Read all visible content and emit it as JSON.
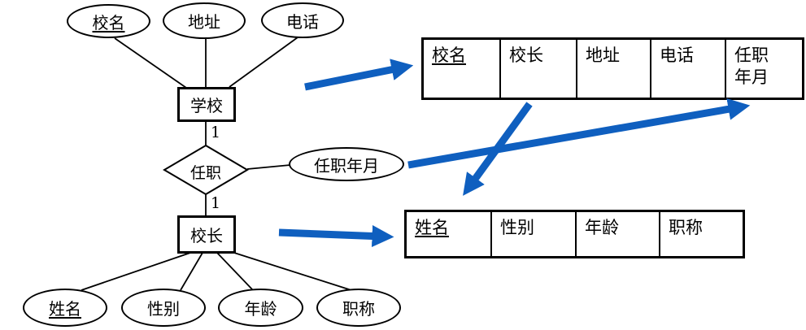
{
  "diagram": {
    "school": {
      "entity": "学校",
      "attributes": [
        {
          "label": "校名",
          "primary_key": true
        },
        {
          "label": "地址",
          "primary_key": false
        },
        {
          "label": "电话",
          "primary_key": false
        }
      ]
    },
    "relationship": {
      "name": "任职",
      "attribute": "任职年月",
      "cardinality_school": "1",
      "cardinality_principal": "1"
    },
    "principal": {
      "entity": "校长",
      "attributes": [
        {
          "label": "姓名",
          "primary_key": true
        },
        {
          "label": "性别",
          "primary_key": false
        },
        {
          "label": "年龄",
          "primary_key": false
        },
        {
          "label": "职称",
          "primary_key": false
        }
      ]
    }
  },
  "relations": {
    "school_table": {
      "columns": [
        {
          "label": "校名",
          "primary_key": true
        },
        {
          "label": "校长",
          "primary_key": false
        },
        {
          "label": "地址",
          "primary_key": false
        },
        {
          "label": "电话",
          "primary_key": false
        },
        {
          "label": "任职\n年月",
          "primary_key": false
        }
      ]
    },
    "principal_table": {
      "columns": [
        {
          "label": "姓名",
          "primary_key": true
        },
        {
          "label": "性别",
          "primary_key": false
        },
        {
          "label": "年龄",
          "primary_key": false
        },
        {
          "label": "职称",
          "primary_key": false
        }
      ]
    }
  },
  "colors": {
    "arrow": "#0F5FBF",
    "stroke": "#000000"
  }
}
